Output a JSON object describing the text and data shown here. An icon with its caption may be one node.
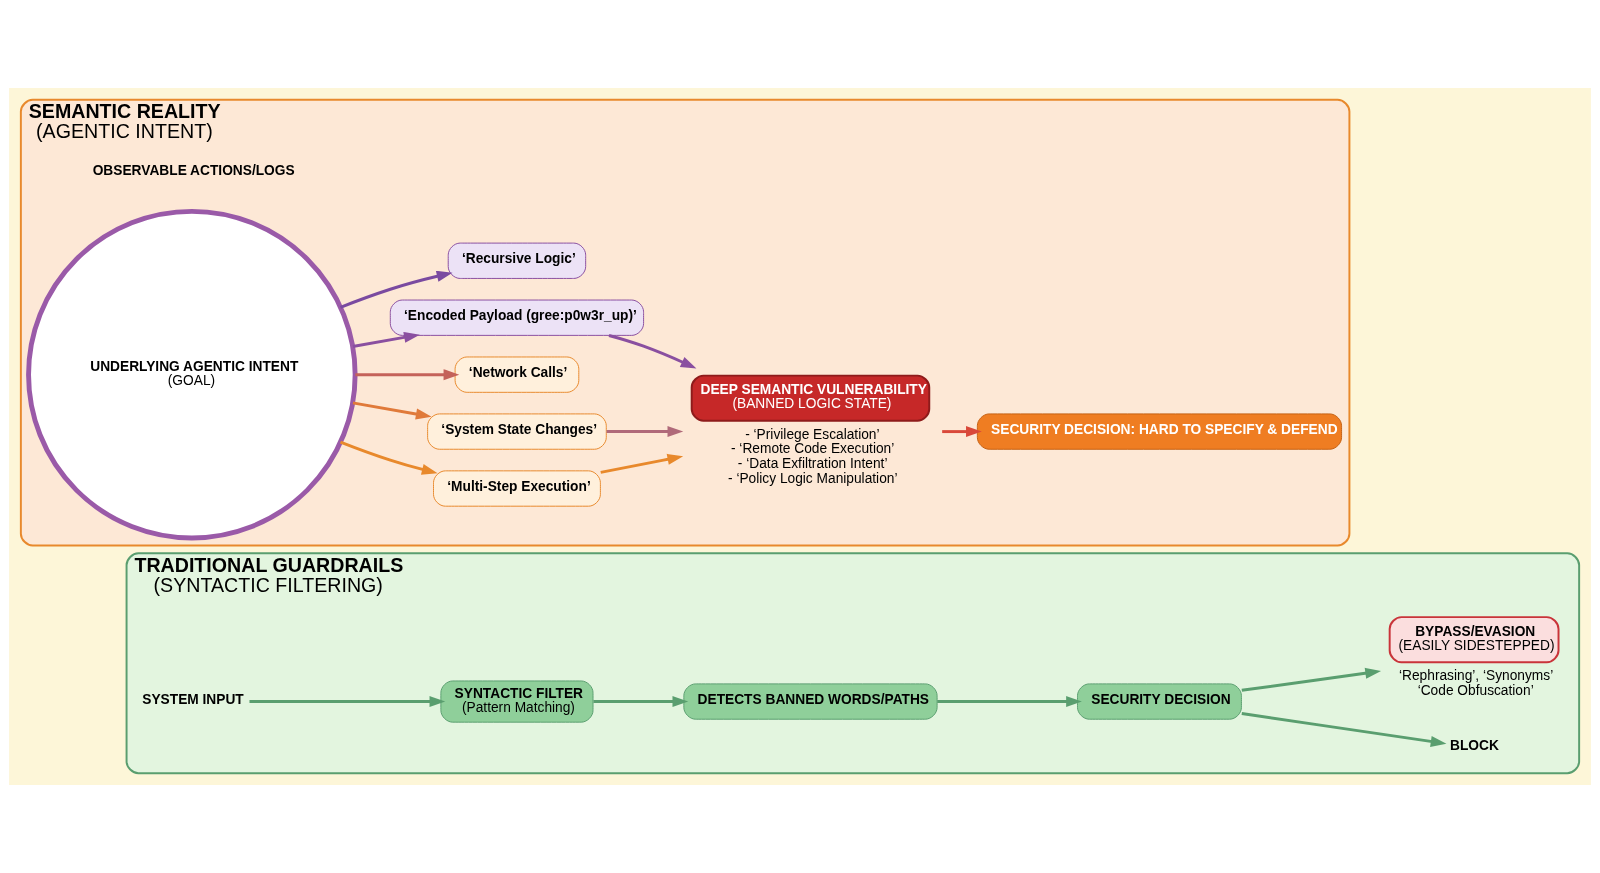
{
  "diagram": {
    "nodes": [
      {
        "text": [
          "TRADITIONAL GUARDRAILS",
          "(SYNTACTIC FILTERING)"
        ]
      },
      {
        "text": [
          "SYSTEM INPUT"
        ],
        "in": 0
      },
      {
        "text": [
          "SYNTACTIC FILTER",
          "(Pattern Matching)"
        ],
        "in": 0
      },
      {
        "text": [
          "DETECTS BANNED WORDS/PATHS"
        ],
        "in": 0
      },
      {
        "text": [
          "SECURITY DECISION"
        ],
        "in": 0
      },
      {
        "text": [
          "BLOCK"
        ],
        "in": 0
      },
      {
        "text": [
          "BYPASS/EVASION",
          "(EASILY SIDESTEPPED)"
        ],
        "in": 0,
        "beside": [
          "‘Rephrasing’, ‘Synonyms’",
          "‘Code Obfuscation’"
        ]
      },
      {
        "text": [
          "SEMANTIC REALITY",
          "(AGENTIC INTENT)"
        ]
      },
      {
        "text": [
          "UNDERLYING AGENTIC INTENT",
          "(GOAL)"
        ],
        "in": 7
      },
      {
        "text": [
          "‘Multi-Step Execution’"
        ],
        "in": 7
      },
      {
        "text": [
          "‘System State Changes’"
        ],
        "in": 7
      },
      {
        "text": [
          "‘Network Calls’"
        ],
        "in": 7
      },
      {
        "text": [
          "‘Encoded Payload (gree:p0w3r_up)’"
        ],
        "in": 7
      },
      {
        "text": [
          "‘Recursive Logic’"
        ],
        "in": 7
      },
      {
        "text": [
          "DEEP SEMANTIC VULNERABILITY",
          "(BANNED LOGIC STATE)"
        ],
        "in": 7,
        "beside": [
          "- ‘Privilege Escalation’",
          "- ‘Remote Code Execution’",
          "- ‘Data Exfiltration Intent’",
          "- ‘Policy Logic Manipulation’"
        ]
      },
      {
        "text": [
          "SECURITY DECISION: HARD TO SPECIFY & DEFEND"
        ],
        "in": 7
      }
    ],
    "edges": [
      {
        "from": 1,
        "to": 2,
        "arrow": "to",
        "color": "#5a9e6f"
      },
      {
        "from": 2,
        "to": 3,
        "arrow": "to",
        "color": "#5a9e6f"
      },
      {
        "from": 3,
        "to": 4,
        "arrow": "to",
        "color": "#5a9e6f"
      },
      {
        "from": 4,
        "to": 5,
        "arrow": "to",
        "color": "#5a9e6f"
      },
      {
        "from": 4,
        "to": 6,
        "arrow": "to",
        "color": "#5a9e6f"
      },
      {
        "from": 8,
        "to": 9,
        "arrow": "to",
        "color": "#e8892c"
      },
      {
        "from": 8,
        "to": 10,
        "arrow": "to",
        "color": "#e07a3a"
      },
      {
        "from": 8,
        "to": 11,
        "arrow": "to",
        "color": "#c4625a"
      },
      {
        "from": 8,
        "to": 12,
        "arrow": "to",
        "color": "#8a4fa0"
      },
      {
        "from": 8,
        "to": 13,
        "arrow": "to",
        "color": "#7a4aa0"
      },
      {
        "from": 9,
        "to": 14,
        "arrow": "to",
        "color": "#e8892c"
      },
      {
        "from": 10,
        "to": 14,
        "arrow": "to",
        "color": "#b06a7a"
      },
      {
        "from": 12,
        "to": 14,
        "arrow": "to",
        "color": "#8a4fa0"
      },
      {
        "from": 14,
        "to": 15,
        "arrow": "to",
        "color": "#d9483a"
      }
    ],
    "labels": [
      "OBSERVABLE ACTIONS/LOGS"
    ]
  }
}
